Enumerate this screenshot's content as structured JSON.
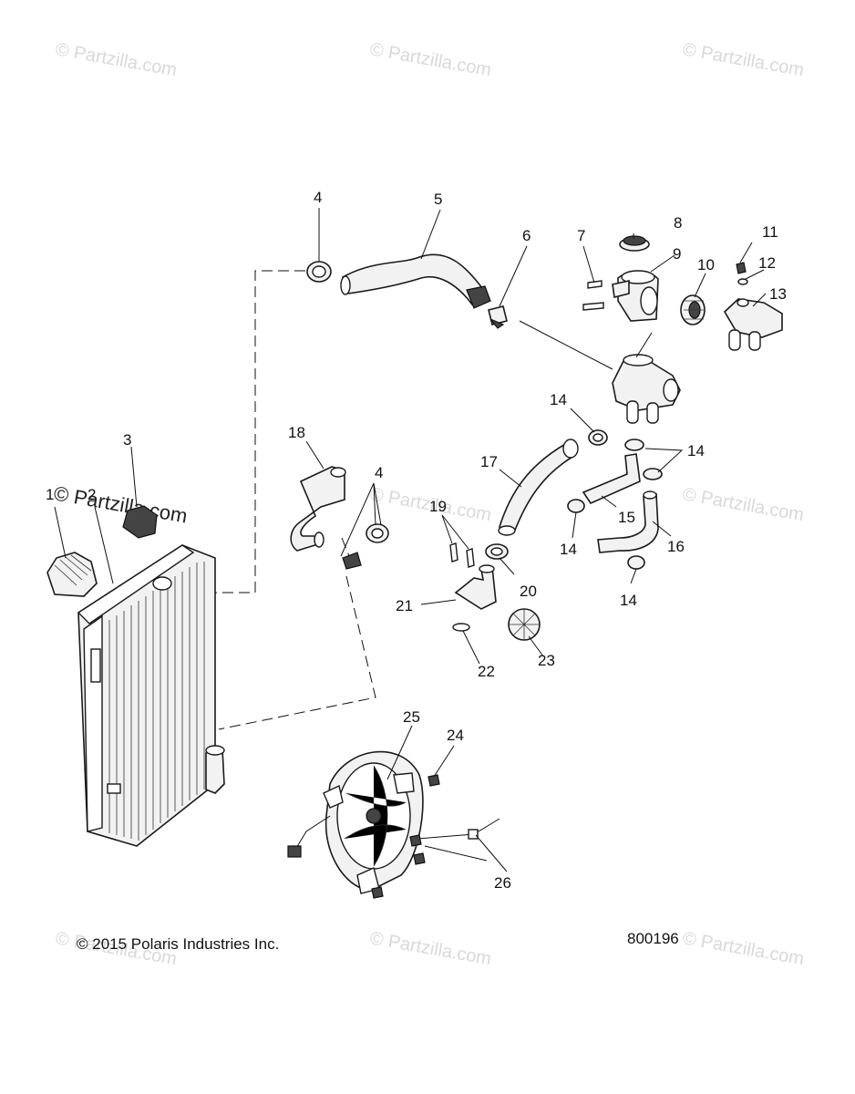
{
  "watermarks": {
    "text": "© Partzilla.com",
    "dark_text": "© Partzilla.com"
  },
  "callouts": [
    {
      "id": "c1",
      "text": "1"
    },
    {
      "id": "c2",
      "text": "2"
    },
    {
      "id": "c3",
      "text": "3"
    },
    {
      "id": "c4a",
      "text": "4"
    },
    {
      "id": "c4b",
      "text": "4"
    },
    {
      "id": "c5",
      "text": "5"
    },
    {
      "id": "c6",
      "text": "6"
    },
    {
      "id": "c7",
      "text": "7"
    },
    {
      "id": "c8",
      "text": "8"
    },
    {
      "id": "c9",
      "text": "9"
    },
    {
      "id": "c10",
      "text": "10"
    },
    {
      "id": "c11",
      "text": "11"
    },
    {
      "id": "c12",
      "text": "12"
    },
    {
      "id": "c13",
      "text": "13"
    },
    {
      "id": "c14a",
      "text": "14"
    },
    {
      "id": "c14b",
      "text": "14"
    },
    {
      "id": "c14c",
      "text": "14"
    },
    {
      "id": "c14d",
      "text": "14"
    },
    {
      "id": "c15",
      "text": "15"
    },
    {
      "id": "c16",
      "text": "16"
    },
    {
      "id": "c17",
      "text": "17"
    },
    {
      "id": "c18",
      "text": "18"
    },
    {
      "id": "c19",
      "text": "19"
    },
    {
      "id": "c20",
      "text": "20"
    },
    {
      "id": "c21",
      "text": "21"
    },
    {
      "id": "c22",
      "text": "22"
    },
    {
      "id": "c23",
      "text": "23"
    },
    {
      "id": "c24",
      "text": "24"
    },
    {
      "id": "c25",
      "text": "25"
    },
    {
      "id": "c26",
      "text": "26"
    }
  ],
  "footer": {
    "copyright": "© 2015 Polaris Industries Inc.",
    "diagram_number": "800196"
  }
}
